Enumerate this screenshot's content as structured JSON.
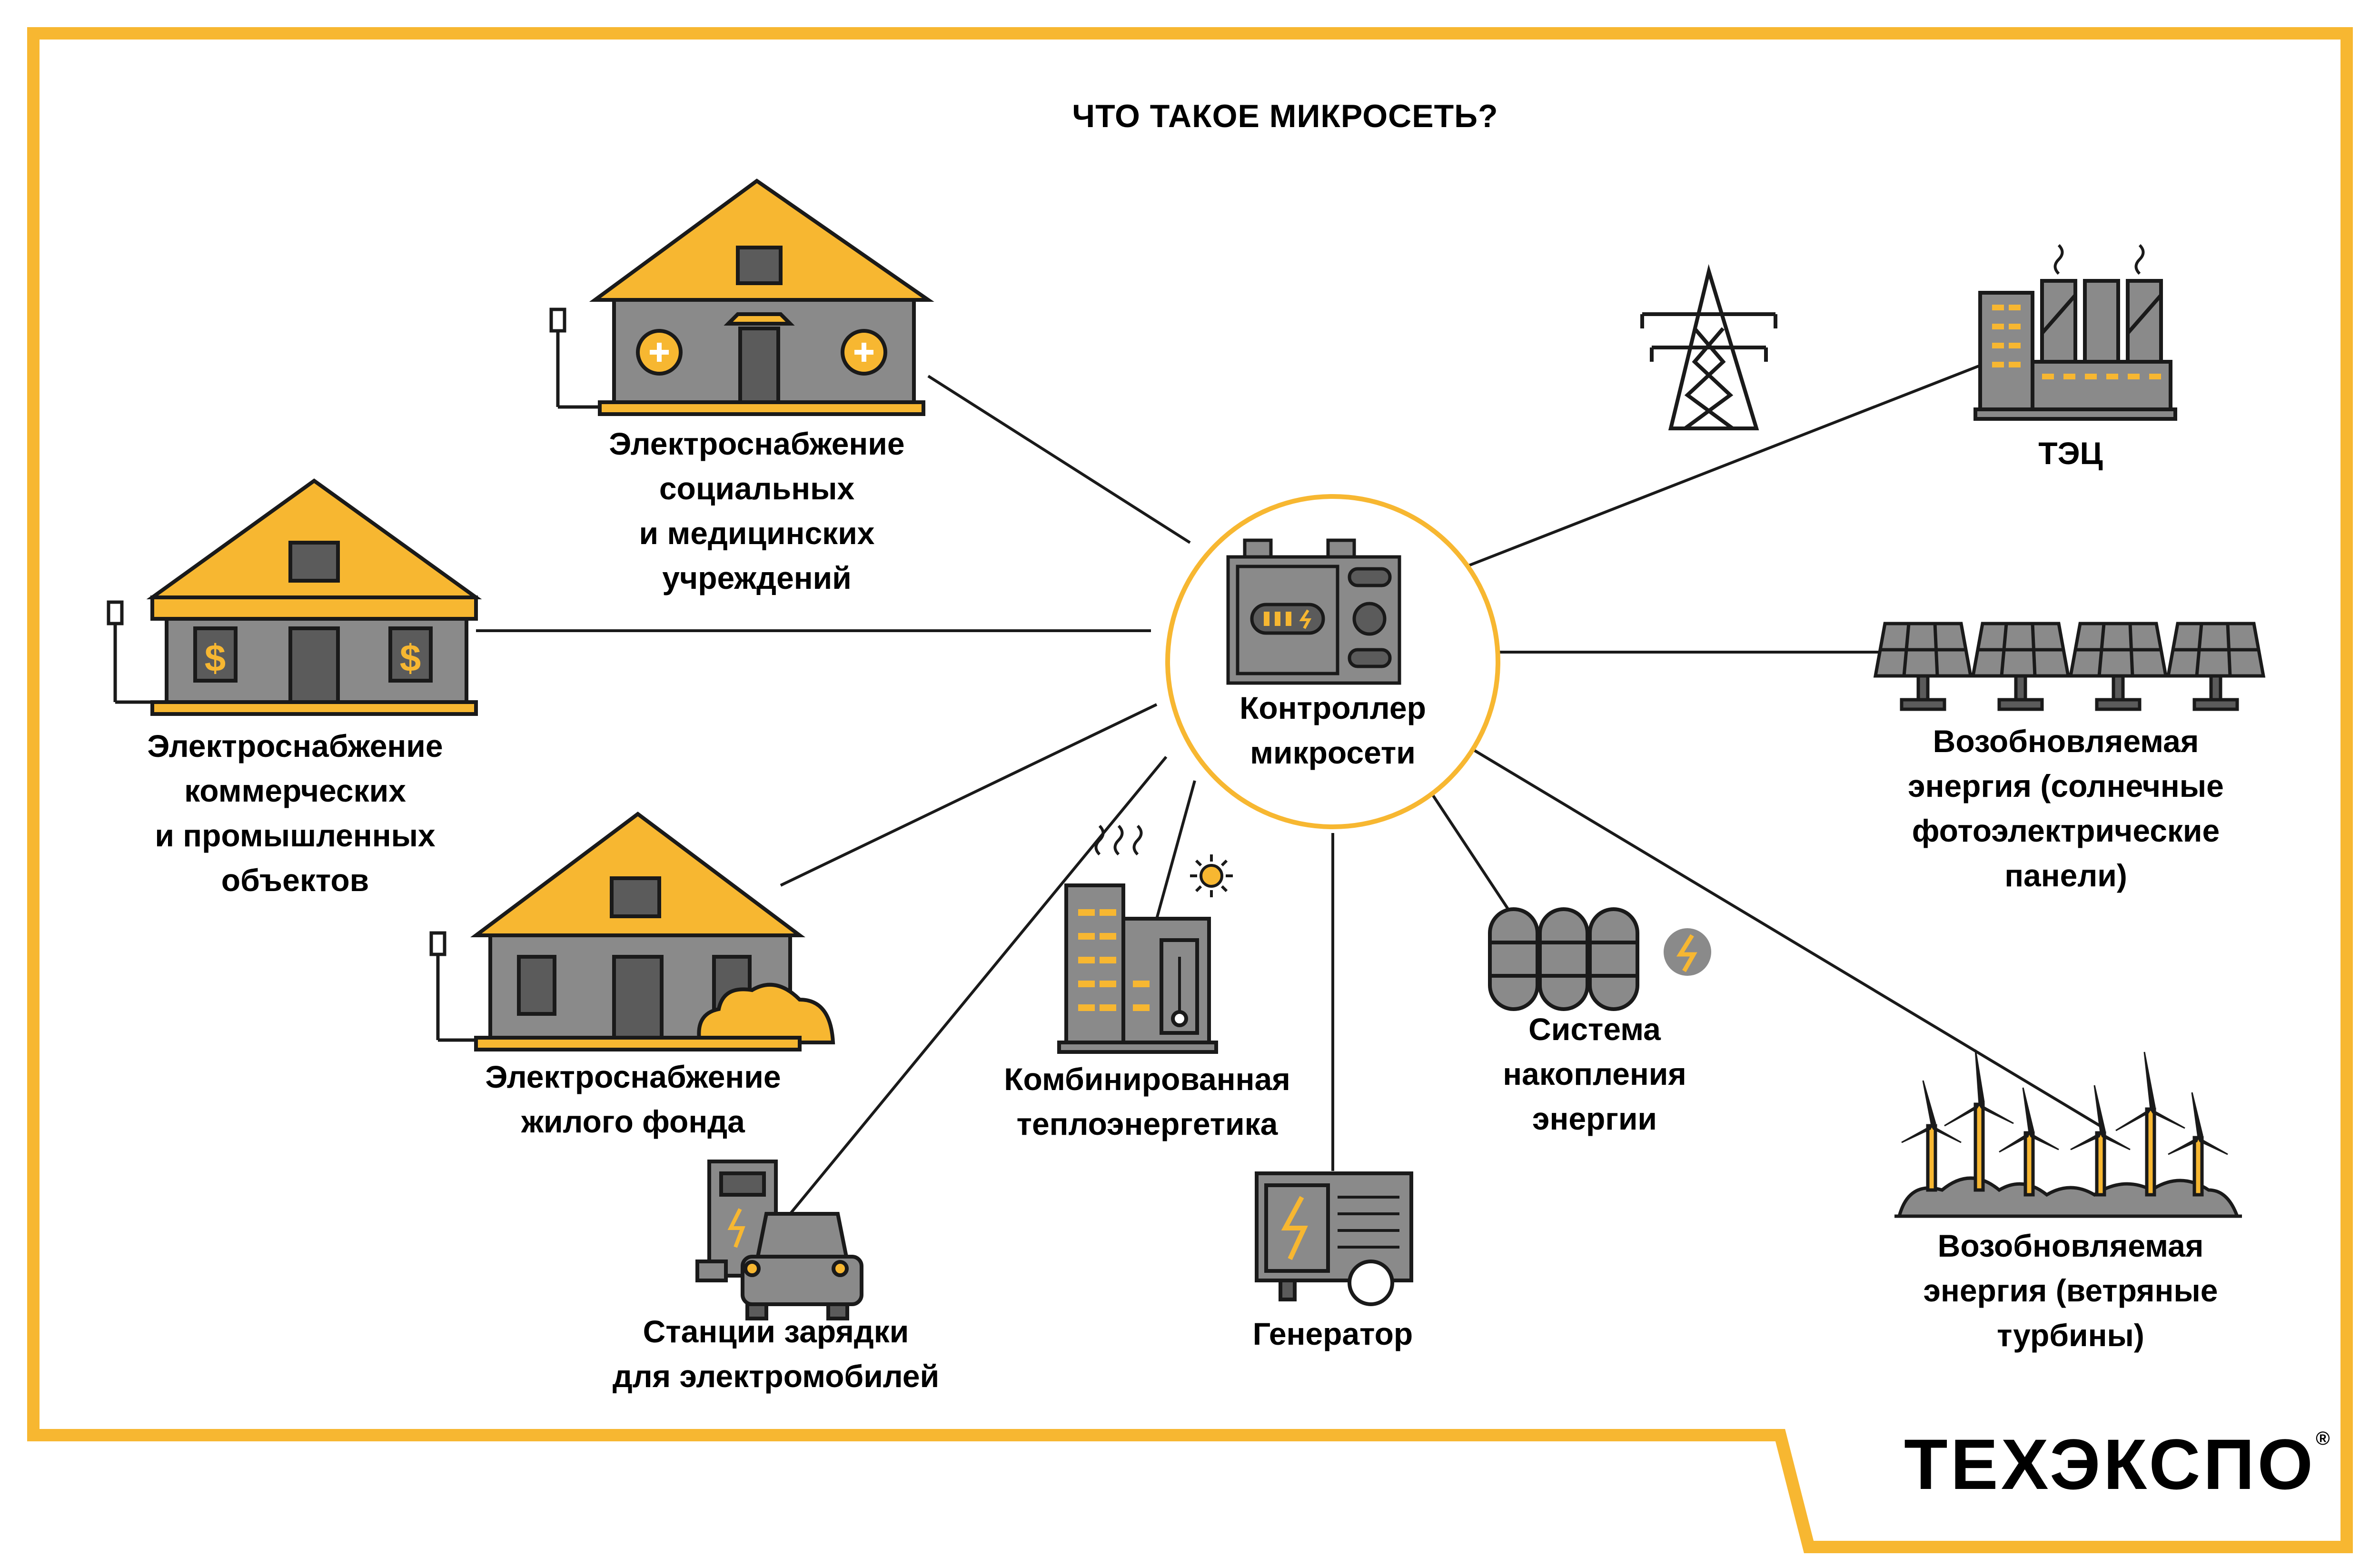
{
  "title": "ЧТО ТАКОЕ МИКРОСЕТЬ?",
  "controller": {
    "lines": [
      "Контроллер",
      "микросети"
    ]
  },
  "nodes": {
    "social": {
      "lines": [
        "Электроснабжение",
        "социальных",
        "и медицинских",
        "учреждений"
      ]
    },
    "commercial": {
      "lines": [
        "Электроснабжение",
        "коммерческих",
        "и промышленных",
        "объектов"
      ]
    },
    "residential": {
      "lines": [
        "Электроснабжение",
        "жилого фонда"
      ]
    },
    "ev": {
      "lines": [
        "Станции зарядки",
        "для электромобилей"
      ]
    },
    "chp": {
      "lines": [
        "Комбинированная",
        "теплоэнергетика"
      ]
    },
    "generator": {
      "lines": [
        "Генератор"
      ]
    },
    "storage": {
      "lines": [
        "Система",
        "накопления",
        "энергии"
      ]
    },
    "wind": {
      "lines": [
        "Возобновляемая",
        "энергия (ветряные",
        "турбины)"
      ]
    },
    "solar": {
      "lines": [
        "Возобновляемая",
        "энергия (солнечные",
        "фотоэлектрические",
        "панели)"
      ]
    },
    "tec": {
      "lines": [
        "ТЭЦ"
      ]
    }
  },
  "logo": {
    "text": "ТЕХЭКСПО",
    "mark": "®"
  },
  "colors": {
    "accent": "#F7B731",
    "gray": "#8A8A8A",
    "dark": "#5B5B5B",
    "line": "#1A1A1A"
  },
  "icons": [
    "hospital-icon",
    "shop-icon",
    "house-icon",
    "ev-charger-icon",
    "chp-plant-icon",
    "generator-icon",
    "battery-icon",
    "wind-turbine-icon",
    "solar-panel-icon",
    "power-tower-icon",
    "tec-plant-icon",
    "controller-icon",
    "plug-icon"
  ]
}
